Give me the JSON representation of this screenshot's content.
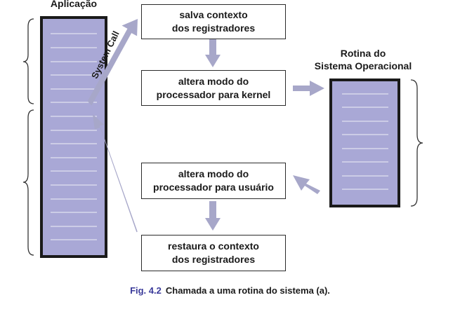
{
  "app_label": "Aplicação",
  "os_label": "Rotina do\nSistema Operacional",
  "system_call_label": "System Call",
  "steps": [
    {
      "text": "salva contexto\ndos registradores"
    },
    {
      "text": "altera modo do\nprocessador para kernel"
    },
    {
      "text": "altera modo do\nprocessador para usuário"
    },
    {
      "text": "restaura o contexto\ndos registradores"
    }
  ],
  "caption": {
    "fig": "Fig. 4.2",
    "text": "Chamada a uma rotina do sistema (a)."
  },
  "colors": {
    "block_fill": "#a9a8d6",
    "arrow_fill": "#a7a7c9",
    "border": "#2b2b2b",
    "caption_accent": "#3a3a9a"
  }
}
